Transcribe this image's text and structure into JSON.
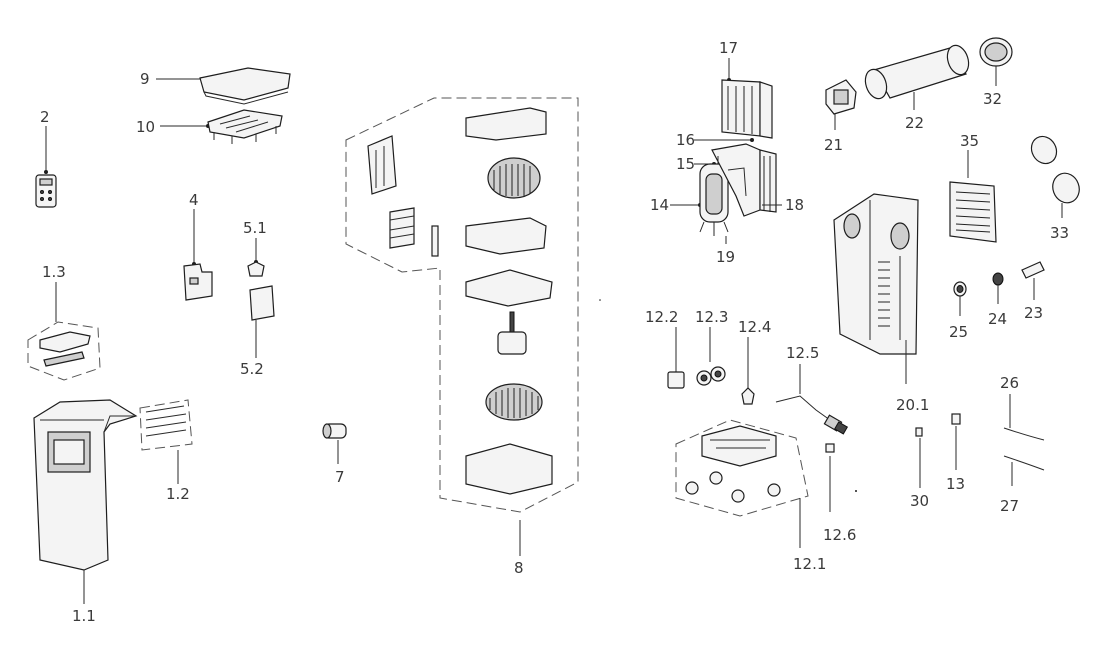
{
  "labels": {
    "p2": "2",
    "p9": "9",
    "p10": "10",
    "p4": "4",
    "p5_1": "5.1",
    "p5_2": "5.2",
    "p1_3": "1.3",
    "p1_2": "1.2",
    "p1_1": "1.1",
    "p7": "7",
    "p8": "8",
    "p17": "17",
    "p16": "16",
    "p15": "15",
    "p14": "14",
    "p18": "18",
    "p19": "19",
    "p21": "21",
    "p22": "22",
    "p32": "32",
    "p35": "35",
    "p33": "33",
    "p25": "25",
    "p24": "24",
    "p23": "23",
    "p20_1": "20.1",
    "p12_2": "12.2",
    "p12_3": "12.3",
    "p12_4": "12.4",
    "p12_5": "12.5",
    "p12_6": "12.6",
    "p12_1": "12.1",
    "p26": "26",
    "p27": "27",
    "p30": "30",
    "p13": "13"
  },
  "colors": {
    "ink": "#1e1e1e",
    "label": "#3a3a3a",
    "background": "#ffffff"
  }
}
